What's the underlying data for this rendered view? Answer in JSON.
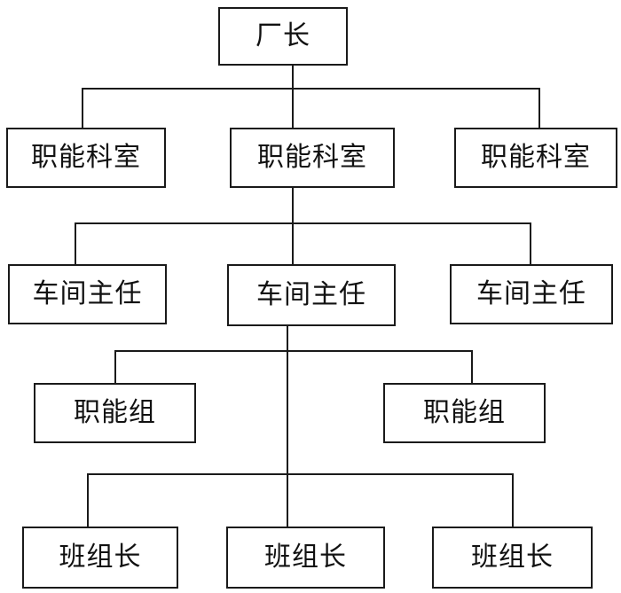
{
  "diagram": {
    "colors": {
      "line": "#1a1a1a",
      "text": "#111111",
      "background": "#ffffff"
    },
    "nodes": {
      "director": "厂长",
      "dept_left": "职能科室",
      "dept_center": "职能科室",
      "dept_right": "职能科室",
      "workshop_left": "车间主任",
      "workshop_center": "车间主任",
      "workshop_right": "车间主任",
      "group_left": "职能组",
      "group_right": "职能组",
      "leader_left": "班组长",
      "leader_center": "班组长",
      "leader_right": "班组长"
    }
  }
}
